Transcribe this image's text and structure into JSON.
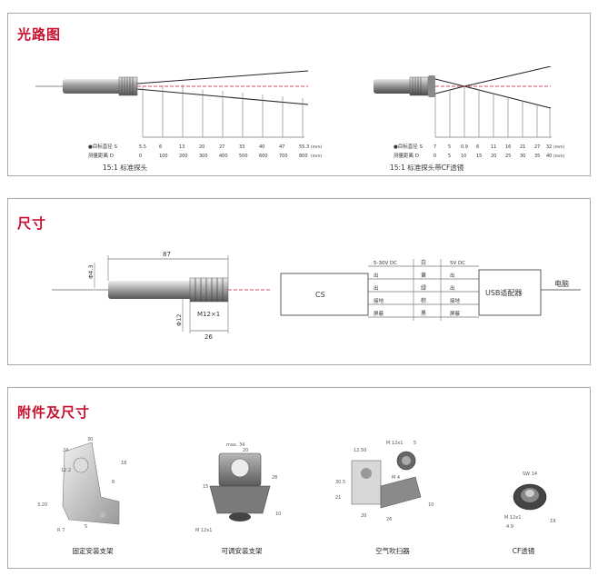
{
  "sections": {
    "optics": {
      "title": "光路图"
    },
    "dimensions": {
      "title": "尺寸"
    },
    "accessories": {
      "title": "附件及尺寸"
    }
  },
  "optics_left": {
    "caption": "15:1 标准探头",
    "spot_label": "●目标直径 S",
    "dist_label": "测量距离 D",
    "spot_values": [
      "5.5",
      "6",
      "13",
      "20",
      "27",
      "33",
      "40",
      "47",
      "55.3"
    ],
    "dist_values": [
      "0",
      "100",
      "200",
      "300",
      "400",
      "500",
      "600",
      "700",
      "800"
    ],
    "unit": "(mm)"
  },
  "optics_right": {
    "caption": "15:1 标准探头带CF透镜",
    "spot_label": "●目标直径 S",
    "dist_label": "测量距离 D",
    "spot_values": [
      "7",
      "5",
      "0.9",
      "6",
      "11",
      "16",
      "21",
      "27",
      "32"
    ],
    "dist_values": [
      "0",
      "5",
      "10",
      "15",
      "20",
      "25",
      "30",
      "35",
      "40"
    ],
    "unit": "(mm)"
  },
  "dims": {
    "length": "87",
    "dia_small": "Φ4.3",
    "dia_body": "Φ12",
    "thread": "M12×1",
    "thread_len": "26"
  },
  "wiring": {
    "cs_label": "CS",
    "usb_label": "USB适配器",
    "pc_label": "电脑",
    "left_signals": [
      "5-30V DC",
      "出",
      "出",
      "接地",
      "屏蔽"
    ],
    "wire_colors": [
      "白",
      "黄",
      "绿",
      "棕",
      "黑"
    ],
    "right_signals": [
      "5V DC",
      "出",
      "出",
      "接地",
      "屏蔽"
    ]
  },
  "accessories": {
    "items": [
      {
        "caption": "固定安装支架"
      },
      {
        "caption": "可调安装支架"
      },
      {
        "caption": "空气吹扫器"
      },
      {
        "caption": "CF透镜"
      }
    ],
    "bracket_fixed_dims": [
      "30",
      "24",
      "12.2",
      "18",
      "R",
      "3.20",
      "R 7",
      "5"
    ],
    "bracket_adj_dims": [
      "max. 34",
      "20",
      "28",
      "15",
      "10",
      "M 12x1"
    ],
    "air_purge_dims": [
      "12.50",
      "M 12x1",
      "5",
      "M 4",
      "30.5",
      "21",
      "20",
      "26",
      "10"
    ],
    "cf_lens_dims": [
      "SW 14",
      "M 12x1",
      "4.9",
      "19"
    ]
  },
  "colors": {
    "accent": "#c8102e",
    "border": "#a9a9a9"
  }
}
